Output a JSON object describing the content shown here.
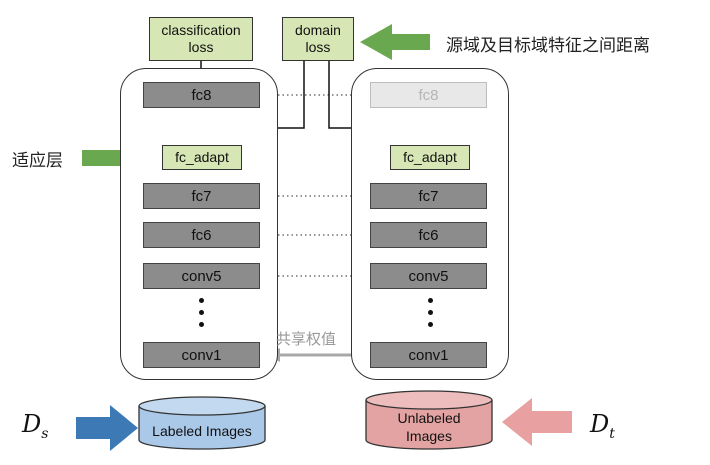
{
  "top": {
    "classification_loss": "classification\nloss",
    "domain_loss": "domain\nloss",
    "distance_note": "源域及目标域特征之间距离"
  },
  "source": {
    "layers": {
      "fc8": "fc8",
      "fc_adapt": "fc_adapt",
      "fc7": "fc7",
      "fc6": "fc6",
      "conv5": "conv5",
      "conv1": "conv1"
    },
    "data_label": "Labeled Images",
    "symbol_base": "D",
    "symbol_sub": "s"
  },
  "target": {
    "layers": {
      "fc8": "fc8",
      "fc_adapt": "fc_adapt",
      "fc7": "fc7",
      "fc6": "fc6",
      "conv5": "conv5",
      "conv1": "conv1"
    },
    "data_label": "Unlabeled\nImages",
    "symbol_base": "D",
    "symbol_sub": "t"
  },
  "annotations": {
    "adapt_layer": "适应层",
    "shared_weights": "共享权值"
  },
  "colors": {
    "green_arrow": "#6aa84f",
    "blue_arrow": "#3d7ab5",
    "pink_arrow": "#e8a0a0",
    "blue_cylinder": "#aac8e8",
    "pink_cylinder": "#e3a3a3"
  }
}
